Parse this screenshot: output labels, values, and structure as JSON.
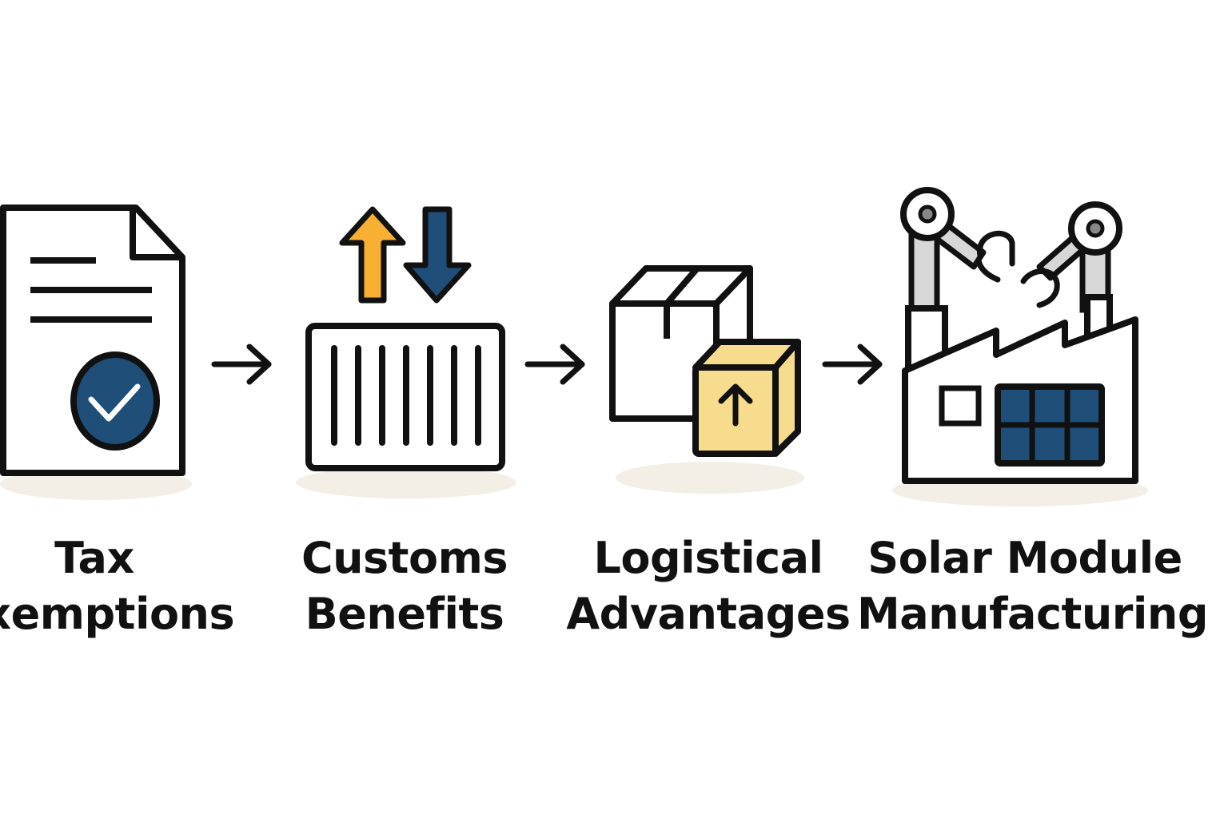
{
  "steps": [
    {
      "id": "tax",
      "icon": "document-check-icon",
      "line1": "Tax",
      "line2": "Exemptions"
    },
    {
      "id": "customs",
      "icon": "shipping-container-icon",
      "line1": "Customs",
      "line2": "Benefits"
    },
    {
      "id": "logistics",
      "icon": "boxes-icon",
      "line1": "Logistical",
      "line2": "Advantages"
    },
    {
      "id": "solar",
      "icon": "factory-robot-arms-icon",
      "line1": "Solar Module",
      "line2": "Manufacturing"
    }
  ],
  "connectors": [
    "arrow-right-icon",
    "arrow-right-icon",
    "arrow-right-icon"
  ],
  "colors": {
    "stroke": "#111111",
    "navy": "#1f4e79",
    "orange": "#f7b032",
    "tan": "#f8dc8e",
    "shadow": "#f3efe6",
    "gray": "#d7d7d7"
  }
}
